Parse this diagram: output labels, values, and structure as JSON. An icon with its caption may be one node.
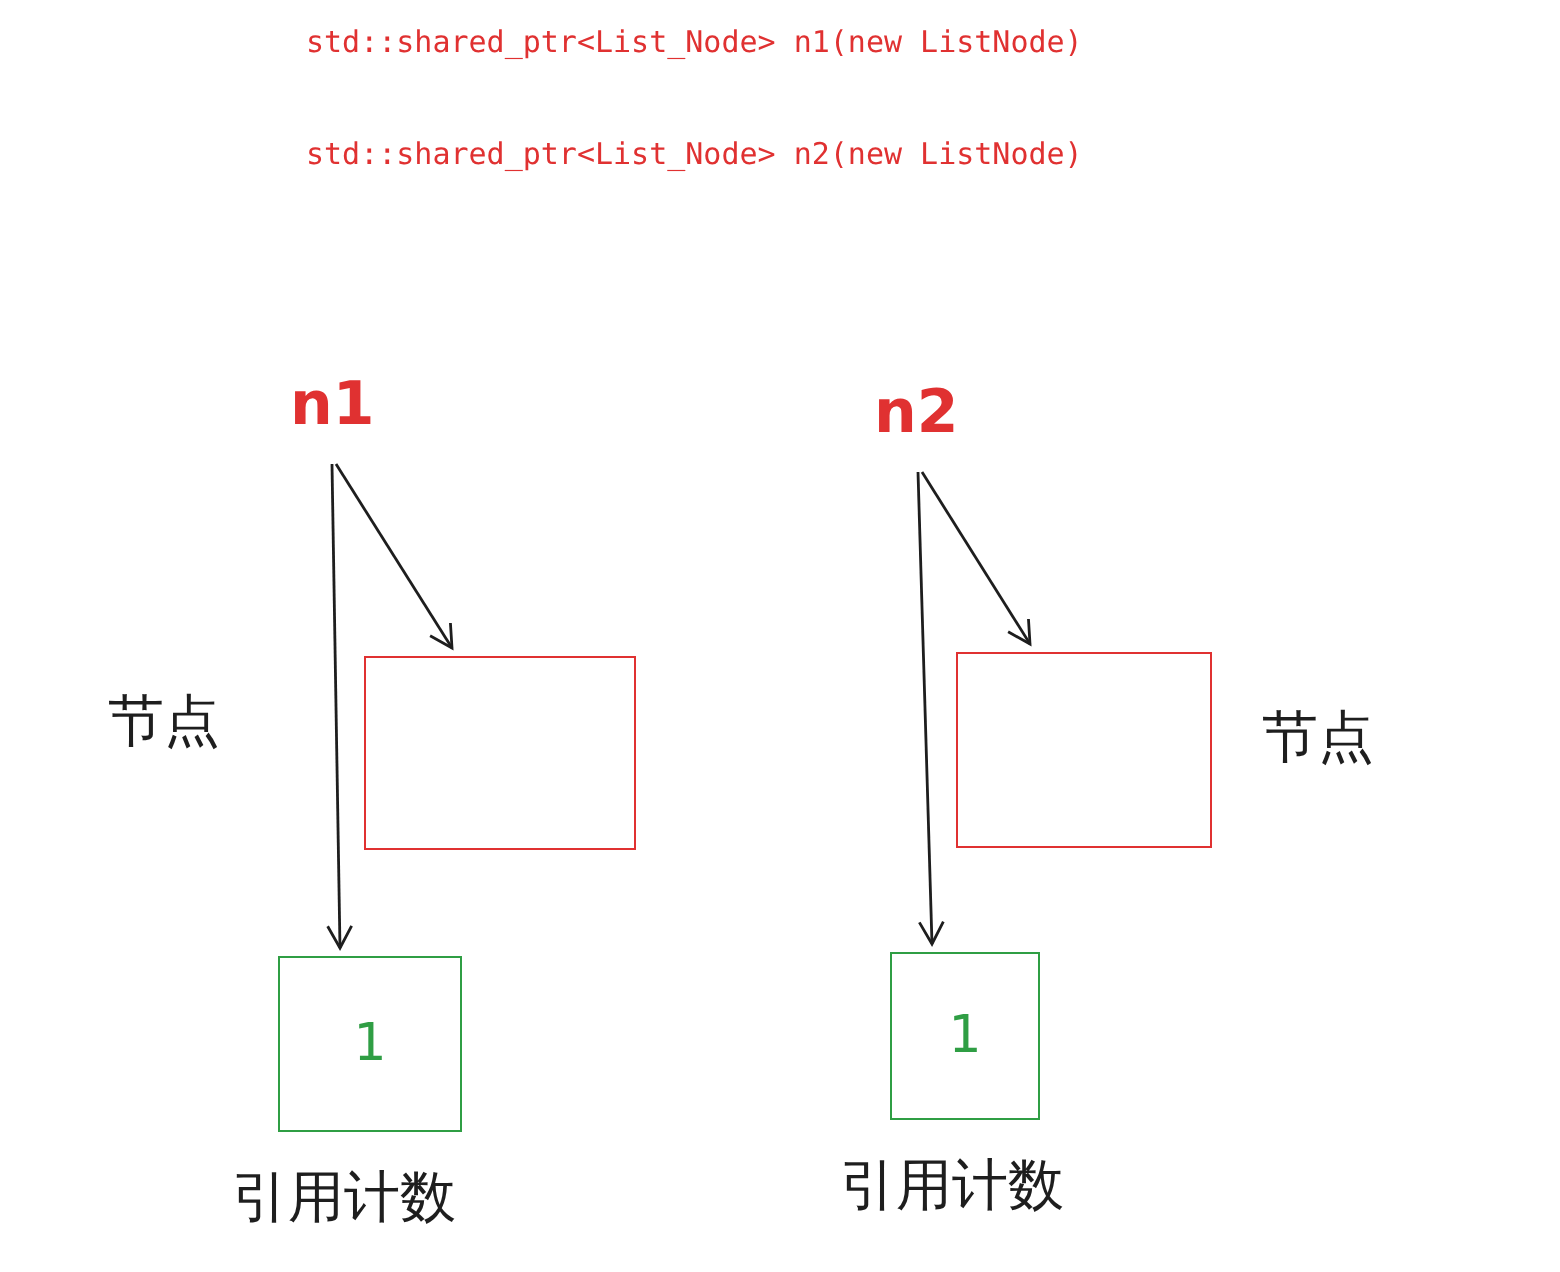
{
  "diagram": {
    "nodes": [
      {
        "text": [
          "n1"
        ]
      },
      {
        "text": [],
        "shape": "box",
        "beside": [
          "节点"
        ]
      },
      {
        "text": [
          "1"
        ],
        "beside": [
          "引用计数"
        ]
      },
      {
        "text": [
          "n2"
        ]
      },
      {
        "text": [],
        "shape": "box",
        "beside": [
          "节点"
        ]
      },
      {
        "text": [
          "1"
        ],
        "beside": [
          "引用计数"
        ]
      }
    ],
    "edges": [
      {
        "from": 0,
        "to": 1,
        "arrow": "to"
      },
      {
        "from": 0,
        "to": 2,
        "arrow": "to"
      },
      {
        "from": 3,
        "to": 4,
        "arrow": "to"
      },
      {
        "from": 3,
        "to": 5,
        "arrow": "to"
      }
    ],
    "labels": [
      "std::shared_ptr<List_Node> n1(new ListNode)",
      "std::shared_ptr<List_Node> n2(new ListNode)"
    ]
  }
}
